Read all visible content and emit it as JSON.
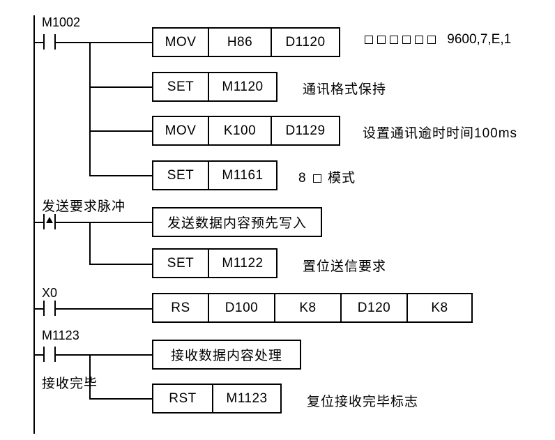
{
  "diagram": {
    "type": "ladder-logic",
    "rungs": [
      {
        "id": "rung-1",
        "contact_label": "M1002",
        "contact_type": "normally-open",
        "instructions": [
          {
            "name": "MOV",
            "operands": [
              "H86",
              "D1120"
            ],
            "comment": "□ □ □ □ □ □ 9600,7,E,1"
          },
          {
            "name": "SET",
            "operands": [
              "M1120"
            ],
            "comment": "通讯格式保持"
          },
          {
            "name": "MOV",
            "operands": [
              "K100",
              "D1129"
            ],
            "comment": "设置通讯逾时时间100ms"
          },
          {
            "name": "SET",
            "operands": [
              "M1161"
            ],
            "comment": "8 □ 模式"
          }
        ]
      },
      {
        "id": "rung-2",
        "contact_label": "发送要求脉冲",
        "contact_type": "rising-edge",
        "instructions": [
          {
            "name": "发送数据内容预先写入",
            "operands": [],
            "comment": ""
          },
          {
            "name": "SET",
            "operands": [
              "M1122"
            ],
            "comment": "置位送信要求"
          }
        ]
      },
      {
        "id": "rung-3",
        "contact_label": "X0",
        "contact_type": "normally-open",
        "instructions": [
          {
            "name": "RS",
            "operands": [
              "D100",
              "K8",
              "D120",
              "K8"
            ],
            "comment": ""
          }
        ]
      },
      {
        "id": "rung-4",
        "contact_label": "M1123",
        "contact_sublabel": "接收完毕",
        "contact_type": "normally-open",
        "instructions": [
          {
            "name": "接收数据内容处理",
            "operands": [],
            "comment": ""
          },
          {
            "name": "RST",
            "operands": [
              "M1123"
            ],
            "comment": "复位接收完毕标志"
          }
        ]
      }
    ]
  },
  "text": {
    "m1002": "M1002",
    "mov": "MOV",
    "set": "SET",
    "rst": "RST",
    "rs": "RS",
    "h86": "H86",
    "d1120": "D1120",
    "m1120": "M1120",
    "k100": "K100",
    "d1129": "D1129",
    "m1161": "M1161",
    "comment_baud": "9600,7,E,1",
    "comment_format_hold": "通讯格式保持",
    "comment_timeout": "设置通讯逾时时间100ms",
    "comment_8mode_prefix": "8",
    "comment_8mode_suffix": "模式",
    "send_request_pulse": "发送要求脉冲",
    "send_data_prewrite": "发送数据内容预先写入",
    "m1122": "M1122",
    "comment_set_send": "置位送信要求",
    "x0": "X0",
    "d100": "D100",
    "k8a": "K8",
    "d120": "D120",
    "k8b": "K8",
    "m1123": "M1123",
    "receive_done": "接收完毕",
    "receive_process": "接收数据内容处理",
    "m1123b": "M1123",
    "comment_reset_flag": "复位接收完毕标志"
  }
}
